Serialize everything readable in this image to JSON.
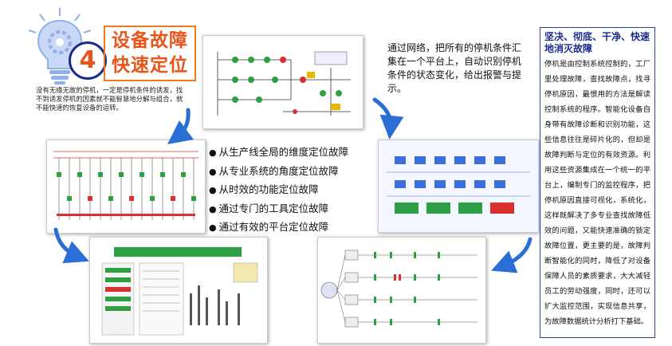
{
  "header": {
    "number": "4",
    "title_line1": "设备故障",
    "title_line2": "快速定位"
  },
  "intro_text": "没有无缘无故的停机，一定是停机条件的诱发，找不到诱发停机的因素就不能智慧地分解与组合，就不能快速的恢复设备的运转。",
  "network_text": "通过网络，把所有的停机条件汇集在一个平台上，自动识别停机条件的状态变化，给出报警与提示。",
  "methods": [
    "从生产线全局的维度定位故障",
    "从专业系统的角度定位故障",
    "从时效的功能定位故障",
    "通过专门的工具定位故障",
    "通过有效的平台定位故障"
  ],
  "panel": {
    "title": "坚决、彻底、干净、快速地消灭故障",
    "body": "停机是由控制系统控制的，工厂里处理故障，查找故障点，找寻停机原因，最惯用的方法是解读控制系统的程序。智能化设备自身带有故障诊断和识别功能，这些信息往往是碎片化的，但却是故障判断与定位的有效资源。利用这些资源集成在一个统一的平台上，编制专门的监控程序，把停机原因直接可视化，系统化，这样既解决了多专业查找故障低效的问题，又能快速准确的锁定故障位置，更主要的是，故障判断智能化的同时，降低了对设备保障人员的素质要求，大大减轻员工的劳动强度，同时，还可以扩大监控范围，实现信息共享，为故障数据统计分析打下基础。"
  },
  "colors": {
    "accent_orange": "#e8541a",
    "title_border": "#f07a20",
    "navy": "#1a2b8c",
    "arrow_blue": "#2a6ed6"
  }
}
